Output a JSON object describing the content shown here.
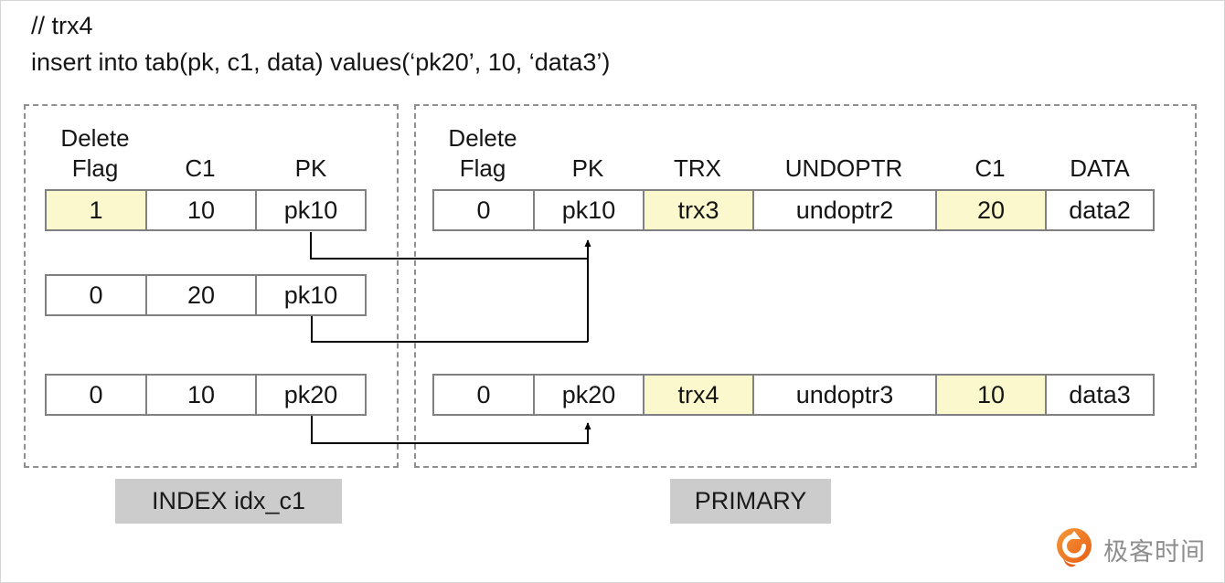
{
  "header": {
    "comment": "// trx4",
    "sql": "insert into tab(pk, c1, data) values(‘pk20’, 10, ‘data3’)"
  },
  "index_section": {
    "label": "INDEX idx_c1",
    "columns": [
      "Delete Flag",
      "C1",
      "PK"
    ],
    "rows": [
      [
        "1",
        "10",
        "pk10"
      ],
      [
        "0",
        "20",
        "pk10"
      ],
      [
        "0",
        "10",
        "pk20"
      ]
    ],
    "highlighted_cells": [
      [
        0,
        0
      ]
    ]
  },
  "primary_section": {
    "label": "PRIMARY",
    "columns": [
      "Delete Flag",
      "PK",
      "TRX",
      "UNDOPTR",
      "C1",
      "DATA"
    ],
    "rows": [
      [
        "0",
        "pk10",
        "trx3",
        "undoptr2",
        "20",
        "data2"
      ],
      [
        "0",
        "pk20",
        "trx4",
        "undoptr3",
        "10",
        "data3"
      ]
    ],
    "highlighted_cells": [
      [
        0,
        2
      ],
      [
        0,
        4
      ],
      [
        1,
        2
      ],
      [
        1,
        4
      ]
    ]
  },
  "arrows": [
    {
      "from": "index row 1 pk10",
      "to": "primary row pk10"
    },
    {
      "from": "index row 2 pk10",
      "to": "primary row pk10"
    },
    {
      "from": "index row 3 pk20",
      "to": "primary row pk20"
    }
  ],
  "logo": {
    "text": "极客时间"
  },
  "colors": {
    "highlight": "#faf8cc",
    "cell_border": "#808080",
    "dashed_border": "#8f8f8f",
    "label_bg": "#cccccc",
    "brand_orange": "#ed6c1e",
    "logo_text": "#8e8e8e",
    "text": "#151515"
  }
}
